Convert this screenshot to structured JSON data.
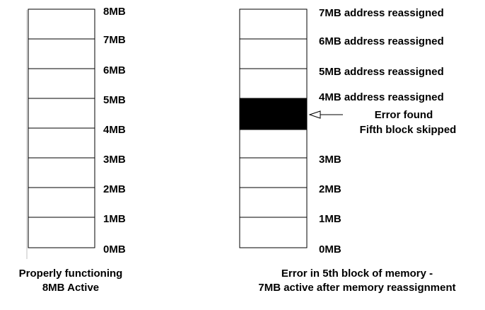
{
  "left_column": {
    "labels": [
      "8MB",
      "7MB",
      "6MB",
      "5MB",
      "4MB",
      "3MB",
      "2MB",
      "1MB",
      "0MB"
    ],
    "caption_line1": "Properly functioning",
    "caption_line2": "8MB Active"
  },
  "right_column": {
    "labels": [
      "7MB address reassigned",
      "6MB address reassigned",
      "5MB address reassigned",
      "4MB address reassigned",
      "",
      "3MB",
      "2MB",
      "1MB",
      "0MB"
    ],
    "failed_block_index": 4,
    "callout_line1": "Error found",
    "callout_line2": "Fifth block skipped",
    "caption_line1": "Error in 5th block of memory -",
    "caption_line2": "7MB active after memory reassignment"
  },
  "colors": {
    "outline": "#000000",
    "failed_block": "#000000",
    "background": "#ffffff"
  }
}
